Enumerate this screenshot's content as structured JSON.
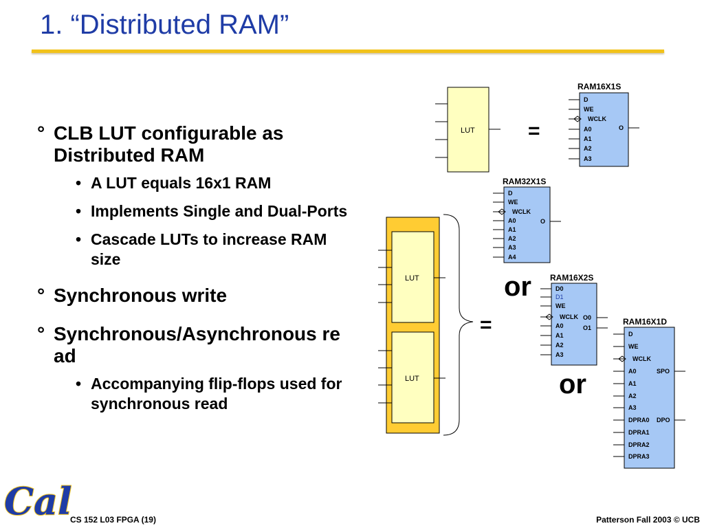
{
  "title": "1. “Distributed RAM”",
  "bullets": {
    "b1": "CLB LUT configurable as Distributed RAM",
    "b1_1": "A LUT equals 16x1 RAM",
    "b1_2": "Implements Single and Dual-Ports",
    "b1_3": "Cascade LUTs to increase RAM size",
    "b2": "Synchronous write",
    "b3": "Synchronous/Asynchronous read",
    "b3_1": "Accompanying flip-flops used for synchronous read"
  },
  "diagram": {
    "lut_label": "LUT",
    "equals": "=",
    "or": "or",
    "ram16x1s": {
      "title": "RAM16X1S",
      "inputs": [
        "D",
        "WE",
        "WCLK",
        "A0",
        "A1",
        "A2",
        "A3"
      ],
      "output": "O"
    },
    "ram32x1s": {
      "title": "RAM32X1S",
      "inputs": [
        "D",
        "WE",
        "WCLK",
        "A0",
        "A1",
        "A2",
        "A3",
        "A4"
      ],
      "output": "O"
    },
    "ram16x2s": {
      "title": "RAM16X2S",
      "inputs": [
        "D0",
        "D1",
        "WE",
        "WCLK",
        "A0",
        "A1",
        "A2",
        "A3"
      ],
      "outputs": [
        "O0",
        "O1"
      ]
    },
    "ram16x1d": {
      "title": "RAM16X1D",
      "inputs": [
        "D",
        "WE",
        "WCLK",
        "A0",
        "A1",
        "A2",
        "A3",
        "DPRA0",
        "DPRA1",
        "DPRA2",
        "DPRA3"
      ],
      "outputs": [
        "SPO",
        "DPO"
      ]
    }
  },
  "logo_text": "Cal",
  "footer": {
    "left": "CS 152 L03 FPGA (19)",
    "right": "Patterson Fall 2003 © UCB"
  },
  "colors": {
    "title": "#1f3ca6",
    "rule": "#f2c21a",
    "lut_fill": "#ffffc0",
    "lut_group": "#ffcc33",
    "ram_fill": "#a6c8f5",
    "logo": "#1f3ca6",
    "logo_outline": "#f2c21a"
  }
}
